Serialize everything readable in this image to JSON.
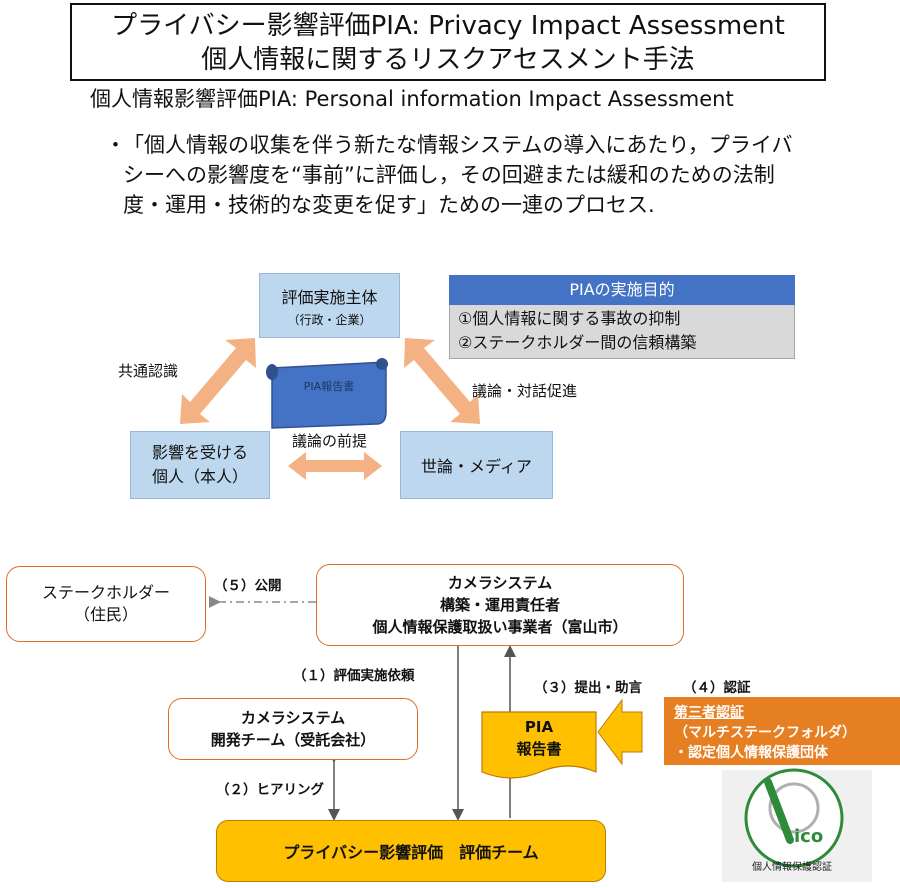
{
  "header": {
    "title_line1": "プライバシー影響評価PIA: Privacy Impact Assessment",
    "title_line2": "個人情報に関するリスクアセスメント手法",
    "subtitle": "個人情報影響評価PIA:  Personal information Impact Assessment"
  },
  "definition": {
    "bullet": "・",
    "text": "「個人情報の収集を伴う新たな情報システムの導入にあたり，プライバシーへの影響度を“事前”に評価し，その回避または緩和のための法制度・運用・技術的な変更を促す」ための一連のプロセス."
  },
  "triangle": {
    "top_node": {
      "title": "評価実施主体",
      "sub": "（行政・企業）"
    },
    "left_node": {
      "line1": "影響を受ける",
      "line2": "個人（本人）"
    },
    "right_node": "世論・メディア",
    "center_doc": "PIA報告書",
    "label_left": "共通認識",
    "label_right": "議論・対話促進",
    "label_bottom": "議論の前提"
  },
  "purpose": {
    "heading": "PIAの実施目的",
    "items": [
      "①個人情報に関する事故の抑制",
      "②ステークホルダー間の信頼構築"
    ]
  },
  "flow": {
    "stakeholder": {
      "line1": "ステークホルダー",
      "line2": "（住民）"
    },
    "camera_owner": {
      "line1": "カメラシステム",
      "line2": "構築・運用責任者",
      "line3": "個人情報保護取扱い事業者（富山市）"
    },
    "dev_team": {
      "line1": "カメラシステム",
      "line2": "開発チーム（受託会社）"
    },
    "eval_team": "プライバシー影響評価　評価チーム",
    "report": {
      "line1": "PIA",
      "line2": "報告書"
    },
    "step1": "（１）評価実施依頼",
    "step2": "（２）ヒアリング",
    "step3": "（３）提出・助言",
    "step4": "（４）認証",
    "step5": "（５）公開",
    "certifier": {
      "line1": "第三者認証",
      "line2": "（マルチステークフォルダ）",
      "line3": "・認定個人情報保護団体"
    },
    "logo_text": "ico",
    "logo_ring_text": "個人情報保護認証"
  },
  "colors": {
    "blue_box": "#bdd7ee",
    "purpose_head": "#4472c4",
    "arrow_orange": "#f4b183",
    "flow_border": "#e26b2a",
    "eval_yellow": "#ffc000",
    "cert_orange": "#e67e22",
    "logo_green": "#2e8b3a"
  }
}
